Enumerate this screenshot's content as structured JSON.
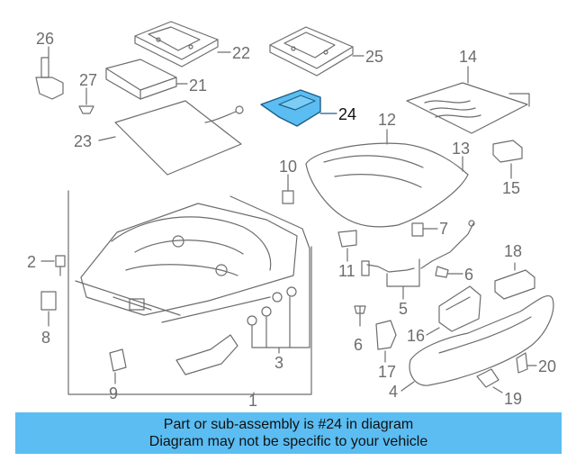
{
  "colors": {
    "line": "#6d6d6d",
    "highlight_fill": "#5bbdf2",
    "highlight_stroke": "#1b5f86",
    "banner": "#5bbdf2"
  },
  "callouts": {
    "n1": "1",
    "n2": "2",
    "n3": "3",
    "n4": "4",
    "n5": "5",
    "n6a": "6",
    "n6b": "6",
    "n7": "7",
    "n8": "8",
    "n9": "9",
    "n10": "10",
    "n11": "11",
    "n12": "12",
    "n13": "13",
    "n14": "14",
    "n15": "15",
    "n16": "16",
    "n17": "17",
    "n18": "18",
    "n19": "19",
    "n20": "20",
    "n21": "21",
    "n22": "22",
    "n23": "23",
    "n24": "24",
    "n25": "25",
    "n26": "26",
    "n27": "27"
  },
  "banner": {
    "line1": "Part or sub-assembly is #24 in diagram",
    "line2": "Diagram may not be specific to your vehicle"
  }
}
